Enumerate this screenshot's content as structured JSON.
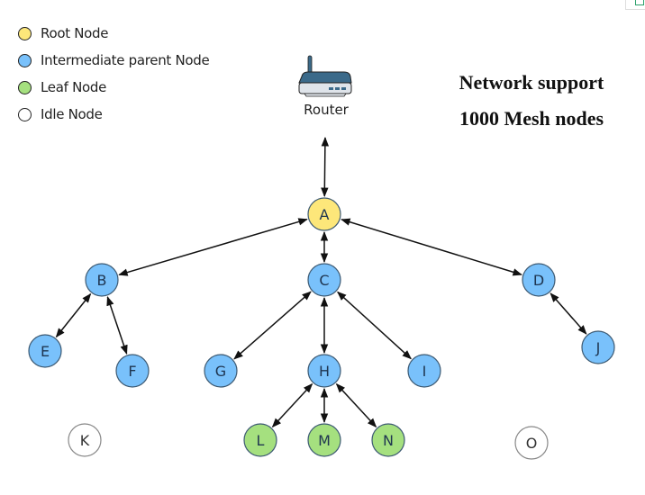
{
  "legend": {
    "items": [
      {
        "label": "Root Node",
        "color": "#fde77a"
      },
      {
        "label": "Intermediate parent Node",
        "color": "#79c1fb"
      },
      {
        "label": "Leaf Node",
        "color": "#a5e07f"
      },
      {
        "label": "Idle Node",
        "color": "#ffffff"
      }
    ]
  },
  "title": {
    "line1": "Network support",
    "line2": "1000 Mesh nodes"
  },
  "router": {
    "label": "Router",
    "icon": "router-icon"
  },
  "nodes": [
    {
      "id": "A",
      "type": "root"
    },
    {
      "id": "B",
      "type": "intermediate"
    },
    {
      "id": "C",
      "type": "intermediate"
    },
    {
      "id": "D",
      "type": "intermediate"
    },
    {
      "id": "E",
      "type": "intermediate"
    },
    {
      "id": "F",
      "type": "intermediate"
    },
    {
      "id": "G",
      "type": "intermediate"
    },
    {
      "id": "H",
      "type": "intermediate"
    },
    {
      "id": "I",
      "type": "intermediate"
    },
    {
      "id": "J",
      "type": "intermediate"
    },
    {
      "id": "K",
      "type": "idle"
    },
    {
      "id": "L",
      "type": "leaf"
    },
    {
      "id": "M",
      "type": "leaf"
    },
    {
      "id": "N",
      "type": "leaf"
    },
    {
      "id": "O",
      "type": "idle"
    }
  ],
  "edges": [
    {
      "from": "Router",
      "to": "A"
    },
    {
      "from": "A",
      "to": "B"
    },
    {
      "from": "A",
      "to": "C"
    },
    {
      "from": "A",
      "to": "D"
    },
    {
      "from": "B",
      "to": "E"
    },
    {
      "from": "B",
      "to": "F"
    },
    {
      "from": "C",
      "to": "G"
    },
    {
      "from": "C",
      "to": "H"
    },
    {
      "from": "C",
      "to": "I"
    },
    {
      "from": "D",
      "to": "J"
    },
    {
      "from": "H",
      "to": "L"
    },
    {
      "from": "H",
      "to": "M"
    },
    {
      "from": "H",
      "to": "N"
    }
  ],
  "colors": {
    "root": "#fde77a",
    "intermediate": "#79c1fb",
    "leaf": "#a5e07f",
    "idle": "#ffffff",
    "node_stroke": "#3d5a73",
    "idle_stroke": "#888888",
    "edge": "#111111",
    "router_top": "#3b6a8a",
    "router_body": "#dfe4ea"
  }
}
